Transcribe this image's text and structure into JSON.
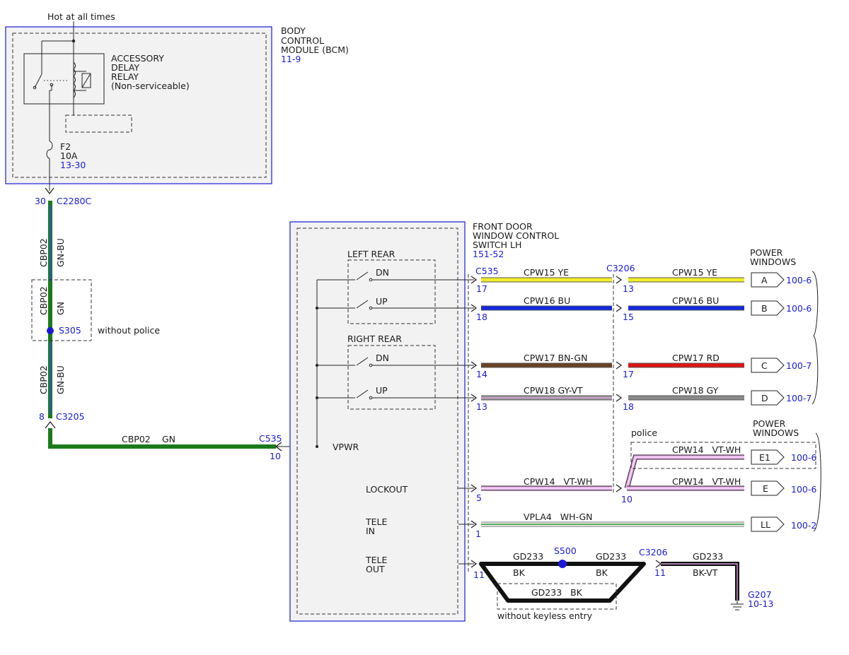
{
  "top": {
    "power_label": "Hot at all times"
  },
  "bcm": {
    "line1": "BODY",
    "line2": "CONTROL",
    "line3": "MODULE (BCM)",
    "ref": "11-9",
    "relay": {
      "line1": "ACCESSORY",
      "line2": "DELAY",
      "line3": "RELAY",
      "line4": "(Non-serviceable)"
    },
    "fuse": {
      "name": "F2",
      "rating": "10A",
      "ref": "13-30"
    }
  },
  "conn_c2280c": {
    "pin": "30",
    "name": "C2280C"
  },
  "left_wire": {
    "circuit": "CBP02",
    "color_top": "GN-BU",
    "color_mid": "GN",
    "color_bot": "GN-BU"
  },
  "splice_s305": {
    "name": "S305",
    "note": "without police"
  },
  "conn_c3205": {
    "pin": "8",
    "name": "C3205"
  },
  "bottom_wire": {
    "circuit": "CBP02",
    "color": "GN"
  },
  "conn_c535_vpwr": {
    "name": "C535",
    "pin": "10"
  },
  "switch": {
    "line1": "FRONT DOOR",
    "line2": "WINDOW CONTROL",
    "line3": "SWITCH LH",
    "ref": "151-52",
    "vpwr": "VPWR",
    "left_rear": "LEFT REAR",
    "right_rear": "RIGHT REAR",
    "dn": "DN",
    "up": "UP",
    "lockout": "LOCKOUT",
    "tele_in_1": "TELE",
    "tele_in_2": "IN",
    "tele_out_1": "TELE",
    "tele_out_2": "OUT"
  },
  "conn_c535": "C535",
  "conn_c3206": "C3206",
  "power_windows": {
    "line1": "POWER",
    "line2": "WINDOWS"
  },
  "police_note": "police",
  "wires": [
    {
      "pin_l": "17",
      "left": "CPW15   YE",
      "pin_r": "13",
      "right": "CPW15   YE",
      "conn": "A",
      "ref": "100-6",
      "color_l": "#f2ee2a",
      "color_r": "#f2ee2a"
    },
    {
      "pin_l": "18",
      "left": "CPW16   BU",
      "pin_r": "15",
      "right": "CPW16   BU",
      "conn": "B",
      "ref": "100-6",
      "color_l": "#1428e0",
      "color_r": "#1428e0"
    },
    {
      "pin_l": "14",
      "left": "CPW17   BN-GN",
      "pin_r": "17",
      "right": "CPW17   RD",
      "conn": "C",
      "ref": "100-7",
      "color_l": "#6b4222",
      "color_r": "#e01414"
    },
    {
      "pin_l": "13",
      "left": "CPW18   GY-VT",
      "pin_r": "18",
      "right": "CPW18   GY",
      "conn": "D",
      "ref": "100-7",
      "color_l": "#9a9a9a",
      "color_r": "#8a8a8a"
    }
  ],
  "lockout_wire": {
    "pin_l": "5",
    "left": "CPW14   VT-WH",
    "pin_r": "10",
    "upper": "CPW14   VT-WH",
    "lower": "CPW14   VT-WH",
    "conn_upper": "E1",
    "ref_upper": "100-6",
    "conn_lower": "E",
    "ref_lower": "100-6",
    "color": "#e8a6e8"
  },
  "tele_in_wire": {
    "pin": "1",
    "label": "VPLA4   WH-GN",
    "conn": "LL",
    "ref": "100-2"
  },
  "tele_out": {
    "pin_l": "11",
    "splice": "S500",
    "left_circuit": "GD233",
    "left_color": "BK",
    "right_circuit": "GD233",
    "right_color": "BK",
    "bottom": "GD233   BK",
    "conn": "C3206",
    "pin_r": "11",
    "out_circuit": "GD233",
    "out_color": "BK-VT",
    "ground": "G207",
    "ground_ref": "10-13",
    "note": "without keyless entry"
  }
}
